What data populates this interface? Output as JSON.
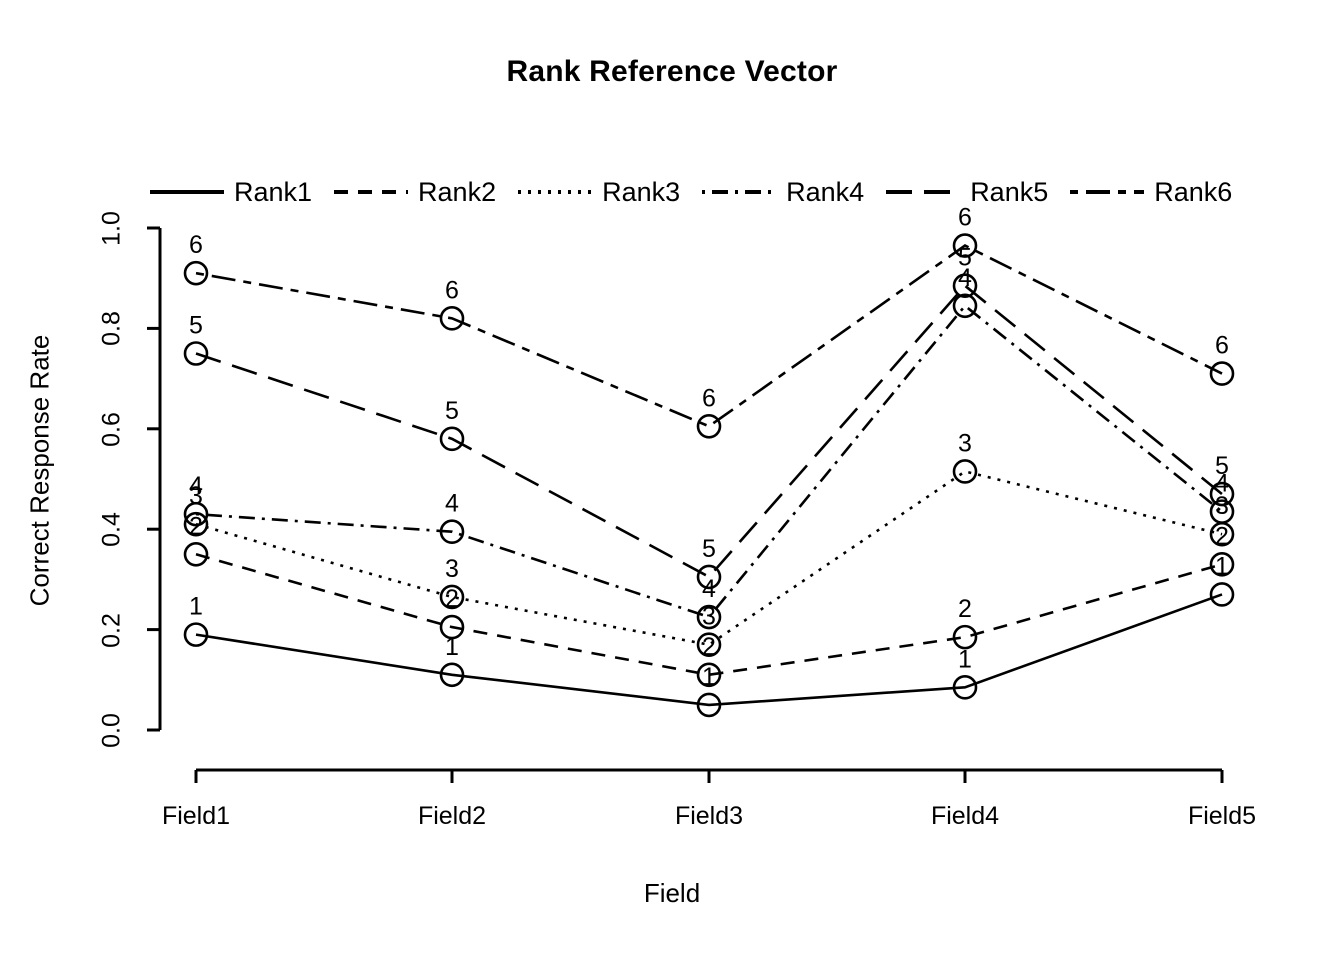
{
  "chart_data": {
    "type": "line",
    "title": "Rank Reference Vector",
    "xlabel": "Field",
    "ylabel": "Correct Response Rate",
    "categories": [
      "Field1",
      "Field2",
      "Field3",
      "Field4",
      "Field5"
    ],
    "ylim": [
      0.0,
      1.0
    ],
    "yticks": [
      "0.0",
      "0.2",
      "0.4",
      "0.6",
      "0.8",
      "1.0"
    ],
    "ytick_values": [
      0.0,
      0.2,
      0.4,
      0.6,
      0.8,
      1.0
    ],
    "grid": false,
    "legend_position": "top",
    "point_symbol": "circle",
    "point_labels_shown": true,
    "series": [
      {
        "name": "Rank1",
        "label": "1",
        "dash": "none",
        "values": [
          0.19,
          0.11,
          0.05,
          0.085,
          0.27
        ]
      },
      {
        "name": "Rank2",
        "label": "2",
        "dash": "dashed",
        "values": [
          0.35,
          0.205,
          0.11,
          0.185,
          0.33
        ]
      },
      {
        "name": "Rank3",
        "label": "3",
        "dash": "dotted",
        "values": [
          0.41,
          0.265,
          0.17,
          0.515,
          0.39
        ]
      },
      {
        "name": "Rank4",
        "label": "4",
        "dash": "dotdash",
        "values": [
          0.43,
          0.395,
          0.225,
          0.845,
          0.435
        ]
      },
      {
        "name": "Rank5",
        "label": "5",
        "dash": "longdash",
        "values": [
          0.75,
          0.58,
          0.305,
          0.885,
          0.47
        ]
      },
      {
        "name": "Rank6",
        "label": "6",
        "dash": "twodash",
        "values": [
          0.91,
          0.82,
          0.605,
          0.965,
          0.71
        ]
      }
    ]
  },
  "legend": {
    "entries": [
      {
        "label": "Rank1",
        "dash": "none"
      },
      {
        "label": "Rank2",
        "dash": "dashed"
      },
      {
        "label": "Rank3",
        "dash": "dotted"
      },
      {
        "label": "Rank4",
        "dash": "dotdash"
      },
      {
        "label": "Rank5",
        "dash": "longdash"
      },
      {
        "label": "Rank6",
        "dash": "twodash"
      }
    ]
  },
  "colors": {
    "foreground": "#000000",
    "background": "#ffffff"
  }
}
